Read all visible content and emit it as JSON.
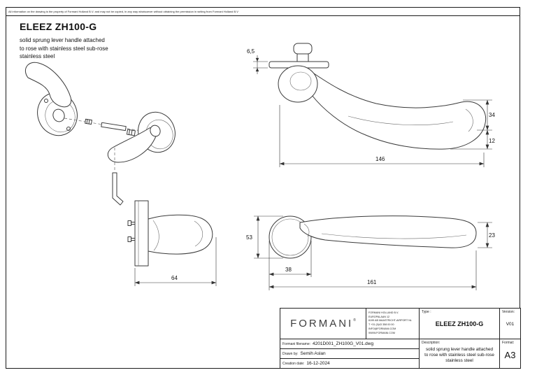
{
  "disclaimer": "All information on the drawing is the property of Formani Holland B.V.  and may not be copied, in any way whatsoever without obtaining the permission in writing from Formani Holland B.V",
  "header": {
    "title": "ELEEZ ZH100-G",
    "subtitle": [
      "solid sprung lever handle attached",
      "to rose with stainless steel sub-rose",
      "stainless steel"
    ]
  },
  "dims": {
    "plate_thickness": "6,5",
    "grip_width": "34",
    "grip_offset": "12",
    "top_length": "146",
    "side_depth": "64",
    "rose_height": "53",
    "rose_diameter": "38",
    "lever_end_height": "23",
    "overall_length": "161"
  },
  "title_block": {
    "logo_text": "FORMANI",
    "logo_reg": "®",
    "company": [
      "FORMANI HOLLAND B.V.",
      "EUROPALAAN 12",
      "6199 AB MAASTRICHT-AIRPORT NL",
      "T +31 (0)43 358 00 00",
      "INFO@FORMANI.COM",
      "WWW.FORMANI.COM"
    ],
    "type_label": "Type :",
    "type_value": "ELEEZ ZH100-G",
    "version_label": "Version:",
    "version_value": "V01",
    "filename_label": "Formani filename:",
    "filename_value": "4201D001_ZH100G_V01.dwg",
    "drawn_by_label": "Drawn by:",
    "drawn_by_value": "Semih Aslan",
    "creation_label": "Creation date:",
    "creation_value": "16-12-2024",
    "description_label": "Description:",
    "description": [
      "solid sprung lever handle attached",
      "to rose with stainless steel sub-rose",
      "stainless steel"
    ],
    "format_label": "Format:",
    "format_value": "A3"
  }
}
